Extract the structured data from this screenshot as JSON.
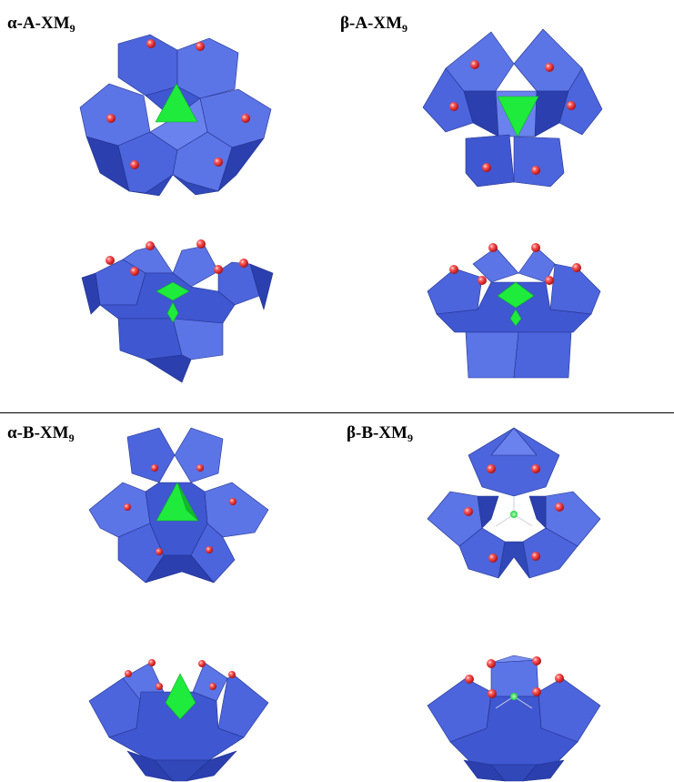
{
  "labels": {
    "alpha_a": {
      "prefix": "α-A-XM",
      "sub": "9"
    },
    "beta_a": {
      "prefix": "β-A-XM",
      "sub": "9"
    },
    "alpha_b": {
      "prefix": "α-B-XM",
      "sub": "9"
    },
    "beta_b": {
      "prefix": "β-B-XM",
      "sub": "9"
    }
  },
  "colors": {
    "polyhedra_light": "#5b74e6",
    "polyhedra_mid": "#3f57d0",
    "polyhedra_dark": "#2b3fae",
    "heteroatom_tetrahedron": "#1eeb3c",
    "oxygen_atom": "#d6242a",
    "divider": "#000000"
  },
  "structures": [
    {
      "id": "alpha-A-top",
      "view": "top"
    },
    {
      "id": "alpha-A-side",
      "view": "side"
    },
    {
      "id": "beta-A-top",
      "view": "top"
    },
    {
      "id": "beta-A-side",
      "view": "side"
    },
    {
      "id": "alpha-B-top",
      "view": "top"
    },
    {
      "id": "alpha-B-side",
      "view": "side"
    },
    {
      "id": "beta-B-top",
      "view": "top"
    },
    {
      "id": "beta-B-side",
      "view": "side"
    }
  ]
}
